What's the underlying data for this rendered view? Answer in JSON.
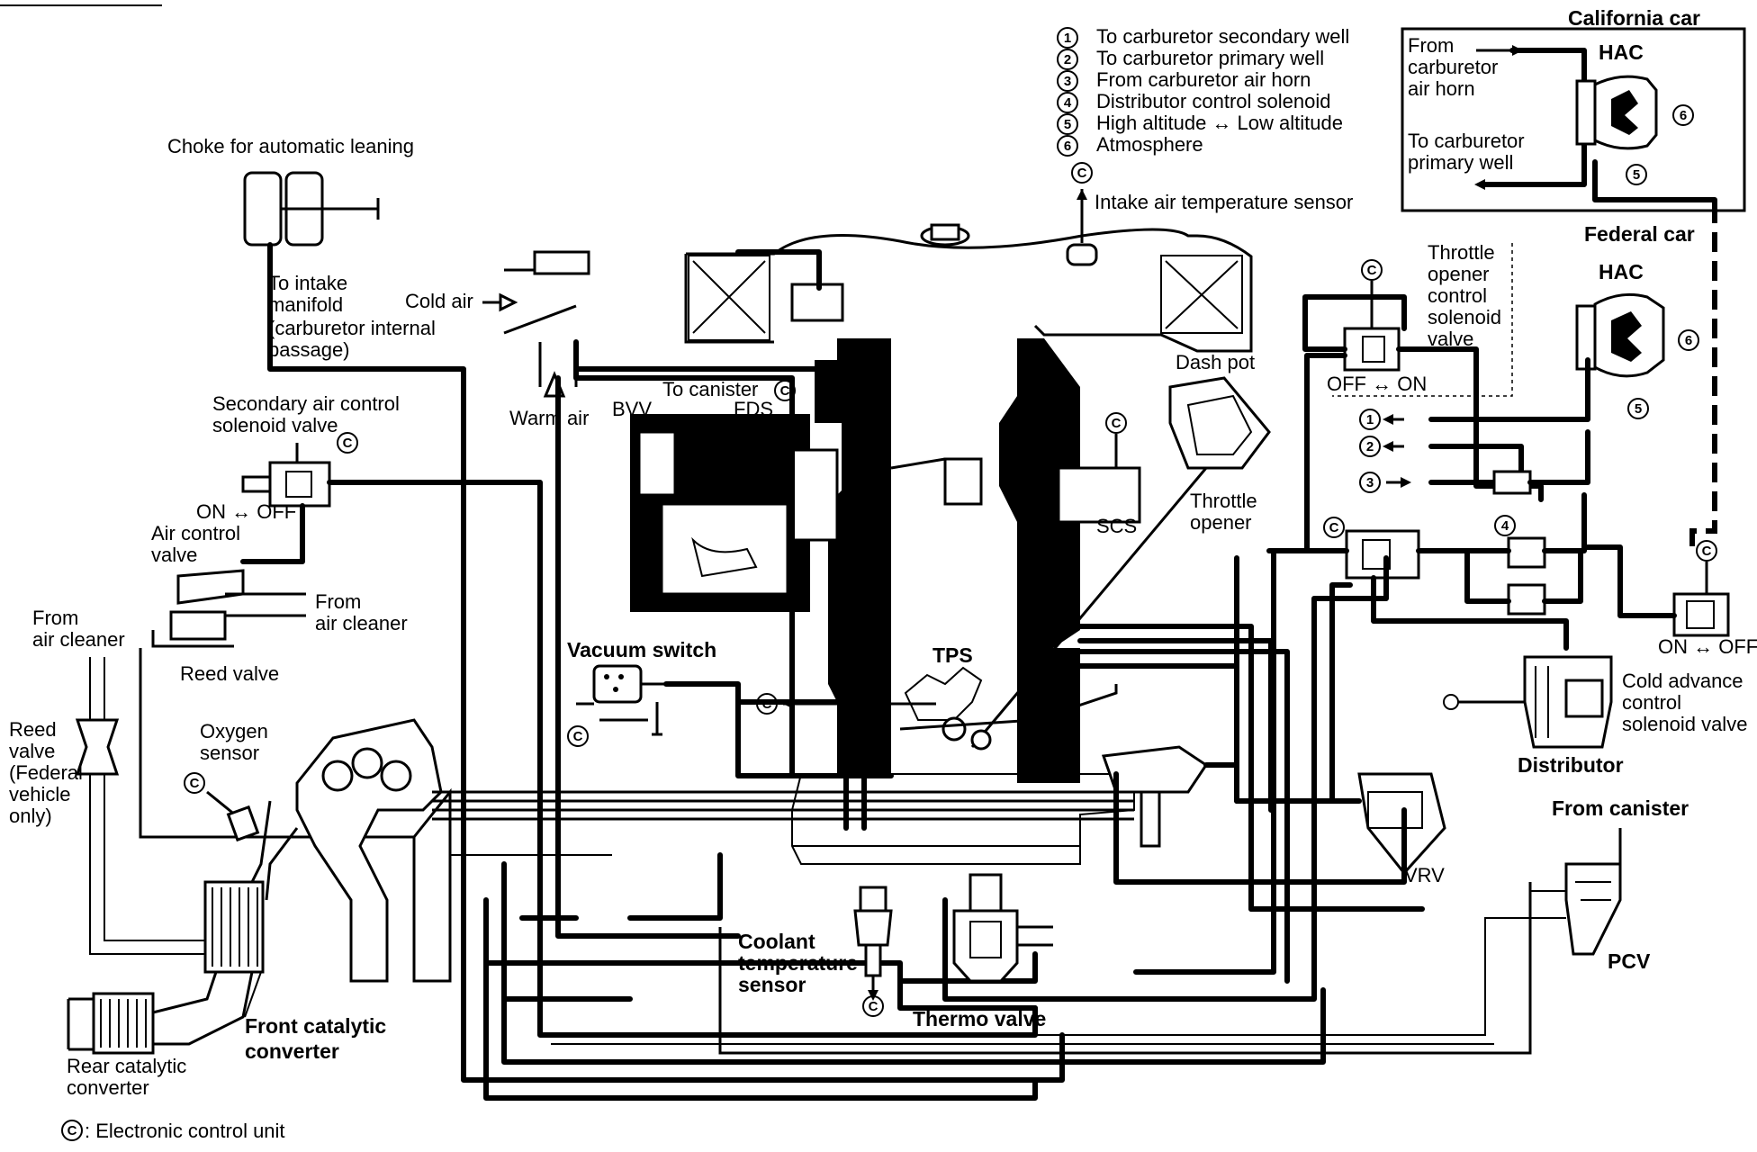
{
  "legend": {
    "items": [
      {
        "num": "1",
        "text": "To carburetor secondary well"
      },
      {
        "num": "2",
        "text": "To carburetor primary well"
      },
      {
        "num": "3",
        "text": "From carburetor air horn"
      },
      {
        "num": "4",
        "text": "Distributor control solenoid"
      },
      {
        "num": "5",
        "text": "High altitude ↔ Low altitude"
      },
      {
        "num": "6",
        "text": "Atmosphere"
      }
    ]
  },
  "ecu_symbol": "C",
  "ecu_note": ": Electronic control unit",
  "circled_refs": {
    "one": "1",
    "two": "2",
    "three": "3",
    "four": "4",
    "five": "5",
    "six": "6"
  },
  "california": {
    "title": "California car",
    "hac": "HAC",
    "from_line1": "From",
    "from_line2": "carburetor",
    "from_line3": "air horn",
    "to_line1": "To carburetor",
    "to_line2": "primary well"
  },
  "federal": {
    "title": "Federal car",
    "hac": "HAC"
  },
  "labels": {
    "intake_air_temp": "Intake air temperature sensor",
    "choke": "Choke for automatic leaning",
    "to_intake_1": "To intake",
    "to_intake_2": "manifold",
    "to_intake_3": "(carburetor internal",
    "to_intake_4": "passage)",
    "cold_air": "Cold air",
    "warm_air": "Warm air",
    "to_canister": "To canister",
    "fds": "FDS",
    "bvv": "BVV",
    "dash_pot": "Dash pot",
    "scs": "SCS",
    "throttle_opener_1": "Throttle",
    "throttle_opener_2": "opener",
    "toc_1": "Throttle",
    "toc_2": "opener",
    "toc_3": "control",
    "toc_4": "solenoid",
    "toc_5": "valve",
    "off_on": "OFF ↔ ON",
    "sec_air_1": "Secondary air control",
    "sec_air_2": "solenoid valve",
    "on_off": "ON ↔ OFF",
    "air_ctrl_1": "Air control",
    "air_ctrl_2": "valve",
    "from_air_cleaner_1": "From",
    "from_air_cleaner_2": "air cleaner",
    "from_air_cleaner_left_1": "From",
    "from_air_cleaner_left_2": "air cleaner",
    "reed_valve": "Reed valve",
    "reed_fed_1": "Reed",
    "reed_fed_2": "valve",
    "reed_fed_3": "(Federal",
    "reed_fed_4": "vehicle",
    "reed_fed_5": "only)",
    "oxygen_1": "Oxygen",
    "oxygen_2": "sensor",
    "vacuum_switch": "Vacuum switch",
    "tps": "TPS",
    "coolant_1": "Coolant",
    "coolant_2": "temperature",
    "coolant_3": "sensor",
    "thermo_valve": "Thermo valve",
    "front_cat_1": "Front catalytic",
    "front_cat_2": "converter",
    "rear_cat_1": "Rear catalytic",
    "rear_cat_2": "converter",
    "cold_adv_1": "Cold advance",
    "cold_adv_2": "control",
    "cold_adv_3": "solenoid valve",
    "distributor": "Distributor",
    "from_canister": "From canister",
    "vrv": "VRV",
    "pcv": "PCV",
    "on_off_right": "ON ↔ OFF"
  }
}
